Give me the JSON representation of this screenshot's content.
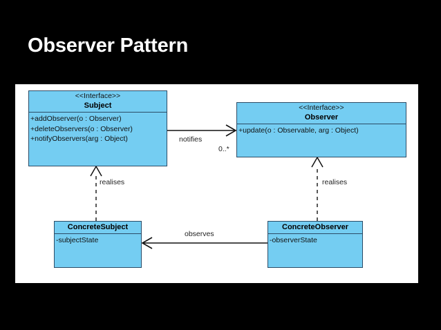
{
  "slide": {
    "title": "Observer Pattern",
    "background_color": "#000000",
    "title_color": "#ffffff",
    "canvas_color": "#ffffff"
  },
  "diagram": {
    "type": "uml-class-diagram",
    "class_fill_color": "#74cdf2",
    "class_border_color": "#2b4b66",
    "classes": [
      {
        "id": "subject",
        "stereotype": "<<Interface>>",
        "name": "Subject",
        "members": [
          "+addObserver(o : Observer)",
          "+deleteObservers(o : Observer)",
          "+notifyObservers(arg : Object)"
        ]
      },
      {
        "id": "observer",
        "stereotype": "<<Interface>>",
        "name": "Observer",
        "members": [
          "+update(o : Observable, arg : Object)"
        ]
      },
      {
        "id": "concrete-subject",
        "stereotype": "",
        "name": "ConcreteSubject",
        "members": [
          "-subjectState"
        ]
      },
      {
        "id": "concrete-observer",
        "stereotype": "",
        "name": "ConcreteObserver",
        "members": [
          "-observerState"
        ]
      }
    ],
    "relationships": [
      {
        "id": "notifies",
        "label": "notifies",
        "from": "subject",
        "to": "observer",
        "kind": "association",
        "multiplicity": "0..*"
      },
      {
        "id": "realises-subject",
        "label": "realises",
        "from": "concrete-subject",
        "to": "subject",
        "kind": "realization"
      },
      {
        "id": "realises-observer",
        "label": "realises",
        "from": "concrete-observer",
        "to": "observer",
        "kind": "realization"
      },
      {
        "id": "observes",
        "label": "observes",
        "from": "concrete-observer",
        "to": "concrete-subject",
        "kind": "association"
      }
    ]
  }
}
